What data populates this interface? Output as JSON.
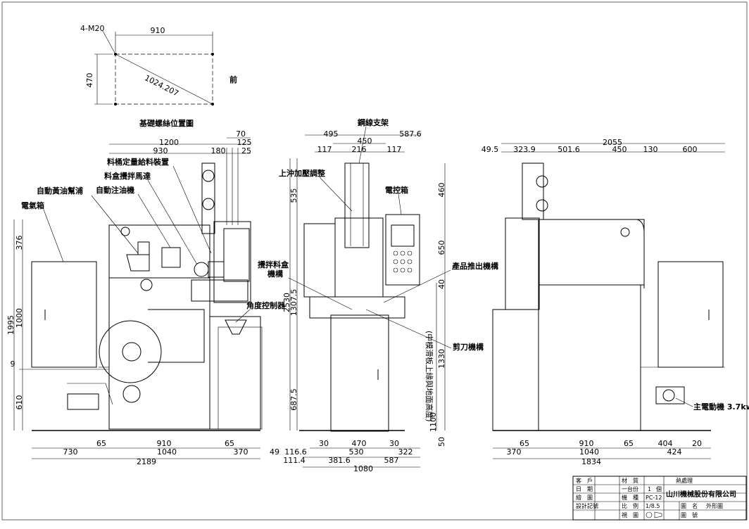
{
  "foundation": {
    "bolt": "4-M20",
    "width": "910",
    "height": "470",
    "diagonal": "1024.207",
    "front": "前",
    "title": "基礎螺絲位置圖"
  },
  "left_view": {
    "labels": {
      "electric_box": "電氣箱",
      "auto_grease": "自動黃油幫浦",
      "auto_oil": "自動注油機",
      "mixer_motor": "料盒攪拌馬達",
      "feeder": "料桶定量給料裝置",
      "angle_controller": "角度控制器"
    },
    "dims": {
      "top_total": "1200",
      "top_930": "930",
      "top_180": "180",
      "top_70": "70",
      "top_125": "125",
      "top_25": "25",
      "left_376": "376",
      "left_1000": "1000",
      "left_1995": "1995",
      "left_9": "9",
      "left_610": "610",
      "bot_65a": "65",
      "bot_910": "910",
      "bot_65b": "65",
      "bot_730": "730",
      "bot_1040": "1040",
      "bot_370": "370",
      "bot_49": "49",
      "bot_2189": "2189"
    }
  },
  "middle_view": {
    "labels": {
      "wire_bracket": "鋼線支架",
      "top_punch": "上沖加壓調整",
      "control_box": "電控箱",
      "mixing_box": "攪拌料盒",
      "mechanism": "機構",
      "product_push": "產品推出機構",
      "cutter": "剪刀機構",
      "note": "(中模滑板上緣與地面高度)"
    },
    "dims": {
      "top_495": "495",
      "top_450": "450",
      "top_5876": "587.6",
      "top_117a": "117",
      "top_216": "216",
      "top_117b": "117",
      "left_535": "535",
      "left_2530": "2530",
      "left_13075": "1307.5",
      "left_6875": "687.5",
      "right_460": "460",
      "right_650": "650",
      "right_40": "40",
      "right_1330": "1330",
      "right_1100": "1100",
      "right_50": "50",
      "bot_30a": "30",
      "bot_470": "470",
      "bot_30b": "30",
      "bot_1166": "116.6",
      "bot_530": "530",
      "bot_322": "322",
      "bot_1114": "111.4",
      "bot_3816": "381.6",
      "bot_587": "587",
      "bot_1080": "1080"
    }
  },
  "right_view": {
    "labels": {
      "main_motor": "主電動機 3.7kw"
    },
    "dims": {
      "top_2055": "2055",
      "top_495": "49.5",
      "top_3239": "323.9",
      "top_5016": "501.6",
      "top_450": "450",
      "top_130": "130",
      "top_600": "600",
      "bot_65a": "65",
      "bot_910": "910",
      "bot_65b": "65",
      "bot_404": "404",
      "bot_20": "20",
      "bot_370": "370",
      "bot_1040": "1040",
      "bot_424": "424",
      "bot_1834": "1834"
    }
  },
  "title_block": {
    "customer": "客　戶",
    "material": "材　質",
    "heat_treat": "熱處理",
    "date": "日　期",
    "quantity_label": "一台份",
    "quantity": "1",
    "unit": "個",
    "company": "山川機械股份有限公司",
    "drawer": "繪　圖",
    "model_label": "機　種",
    "model": "PC-12",
    "scale_label": "比　例",
    "scale": "1/8.5",
    "name_label": "圖　名",
    "name": "外形圖",
    "design": "設計記號",
    "view_label": "視　圖",
    "drawing_no": "圖　號"
  }
}
